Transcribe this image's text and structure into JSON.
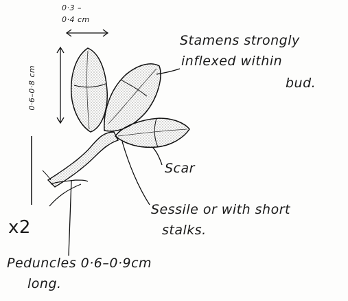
{
  "diagram": {
    "labels": {
      "bud_width_line1": "0·3 –",
      "bud_width_line2": "0·4 cm",
      "bud_length": "0·6–0·8 cm",
      "stamens_line1": "Stamens strongly",
      "stamens_line2": "inflexed within",
      "stamens_line3": "bud.",
      "scar": "Scar",
      "sessile_line1": "Sessile or with short",
      "sessile_line2": "stalks.",
      "magnification": "x2",
      "peduncles_line1": "Peduncles 0·6–0·9cm",
      "peduncles_line2": "long."
    }
  }
}
